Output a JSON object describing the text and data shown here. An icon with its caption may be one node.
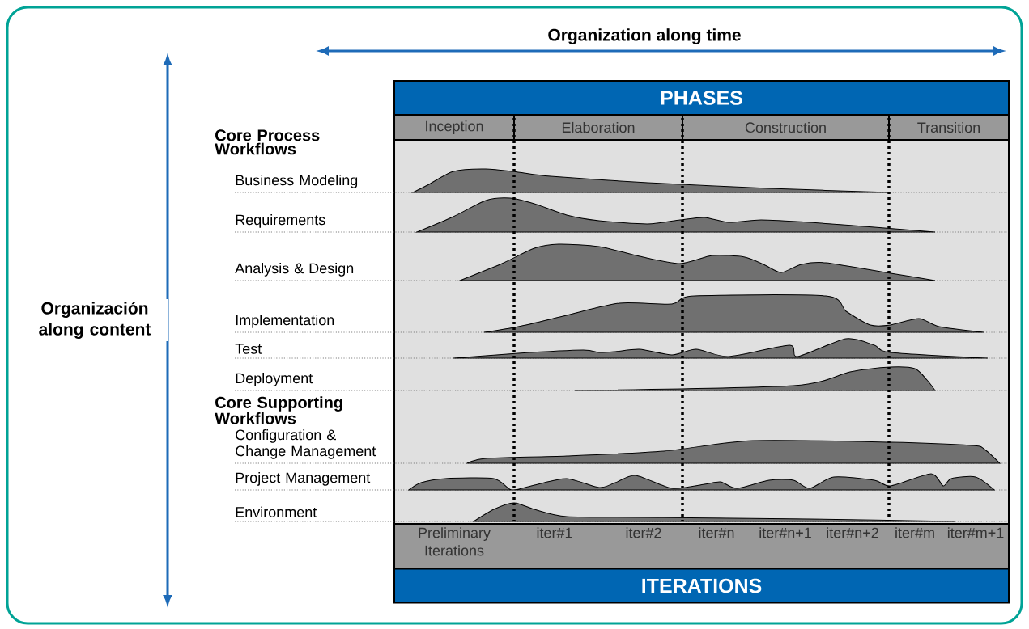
{
  "diagram": {
    "nodes": [
      {
        "text": [
          "PHASES"
        ]
      },
      {
        "text": [
          "ITERATIONS"
        ]
      }
    ],
    "labels": [
      "Organization along time",
      "Organización along content",
      "Inception",
      "Elaboration",
      "Construction",
      "Transition",
      "Core Process Workflows",
      "Business Modeling",
      "Requirements",
      "Analysis & Design",
      "Implementation",
      "Test",
      "Deployment",
      "Core Supporting Workflows",
      "Configuration & Change Management",
      "Project Management",
      "Environment",
      "Preliminary Iterations",
      "iter#1",
      "iter#2",
      "iter#n",
      "iter#n+1",
      "iter#n+2",
      "iter#m",
      "iter#m+1"
    ]
  }
}
